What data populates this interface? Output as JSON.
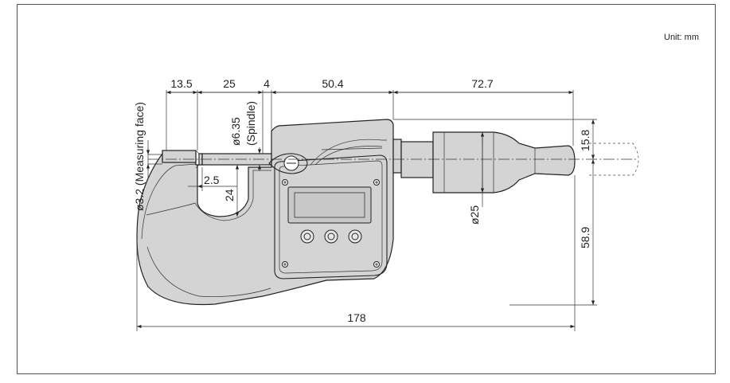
{
  "unit_label": "Unit: mm",
  "dimensions": {
    "anvil_length": "13.5",
    "spindle_range": "25",
    "gap": "4",
    "body_length": "50.4",
    "thimble_length": "72.7",
    "measuring_face": "ø3.2 (Measuring face)",
    "spindle_dia": "ø6.35",
    "spindle_label": "(Spindle)",
    "anvil_offset": "2.5",
    "throat_depth": "24",
    "thimble_dia": "ø25",
    "thimble_height": "15.8",
    "frame_height": "58.9",
    "total_length": "178"
  },
  "colors": {
    "body_fill": "#d4d4d4",
    "display_fill": "#d4d4d4",
    "line": "#222222"
  }
}
